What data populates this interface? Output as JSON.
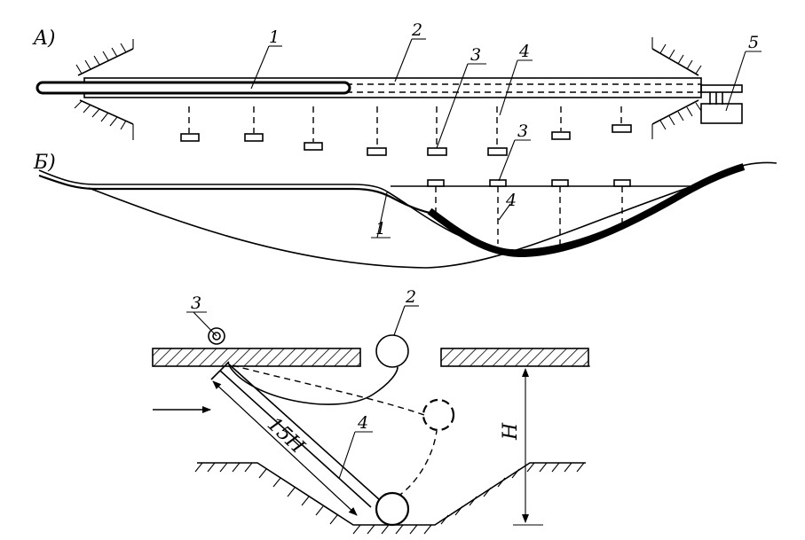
{
  "view_a": {
    "label": "A)",
    "callouts": [
      "1",
      "2",
      "3",
      "4",
      "5"
    ]
  },
  "view_b": {
    "label": "Б)",
    "callouts": [
      "3",
      "4",
      "1"
    ]
  },
  "section": {
    "callouts": [
      "3",
      "2",
      "4"
    ],
    "length_label": "15H",
    "depth_label": "H"
  }
}
